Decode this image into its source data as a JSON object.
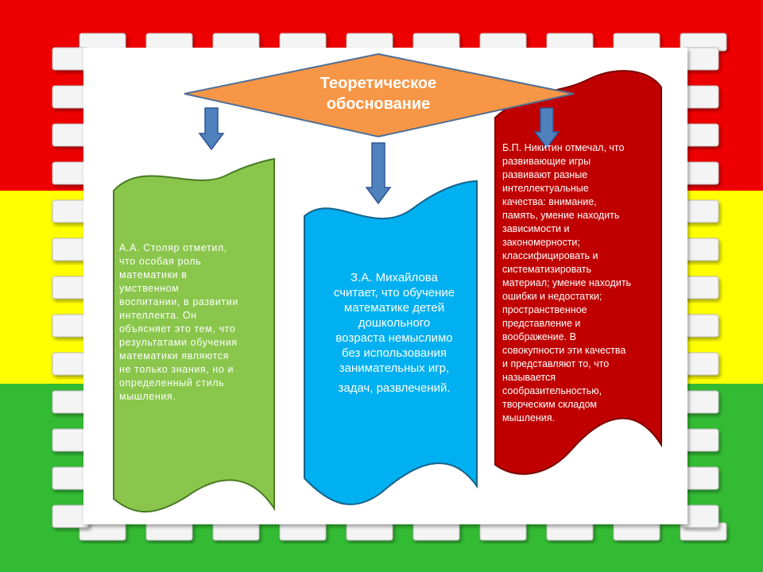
{
  "colors": {
    "red": "#ef0000",
    "yellow": "#ffff00",
    "green": "#33bb33",
    "title_shape": "#f79646",
    "arrow": "#4f81bd",
    "scroll_green": "#8ac64c",
    "scroll_blue": "#00b0f0",
    "scroll_red": "#c00000"
  },
  "title": "Теоретическое\nобоснование",
  "left_text": "А.А. Столяр отметил,\nчто особая роль\nматематики в\nумственном\nвоспитании, в развитии\nинтеллекта. Он\nобъясняет это тем, что\nрезультатами обучения\nматематики являются\nне только знания, но и\nопределенный стиль\nмышления.",
  "middle_text": "З.А. Михайлова\nсчитает, что обучение\nматематике детей\nдошкольного\nвозраста немыслимо\nбез использования\nзанимательных игр,",
  "middle_text_last": "задач, развлечений.",
  "right_text": "Б.П. Никитин отмечал, что\nразвивающие игры\nразвивают разные\nинтеллектуальные\nкачества: внимание,\nпамять, умение находить\nзависимости и\nзакономерности;\nклассифицировать и\nсистематизировать\nматериал; умение находить\nошибки и недостатки;\nпространственное\nпредставление и\nвоображение. В\nсовокупности эти качества\nи представляют то, что\nназывается\nсообразительностью,\nтворческим складом\nмышления."
}
